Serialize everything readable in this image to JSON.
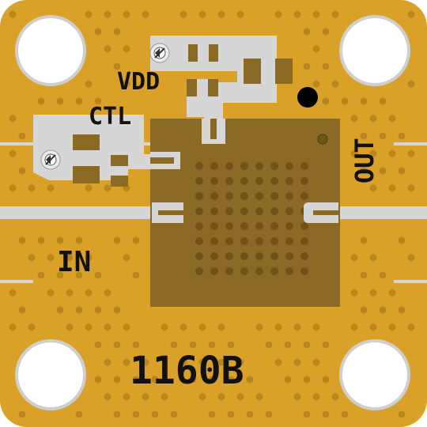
{
  "board": {
    "labels": {
      "vdd": "VDD",
      "ctl": "CTL",
      "in": "IN",
      "out": "OUT",
      "part_number": "1160B"
    },
    "colors": {
      "substrate": "#d9a128",
      "via": "#b8861c",
      "trace": "#d6d6d6",
      "die": "#8a6a24",
      "component": "#8a6a24",
      "silkscreen": "#111111"
    },
    "icons": [
      "mounting-hole-icon",
      "test-pad-icon",
      "pin1-marker-icon"
    ]
  }
}
